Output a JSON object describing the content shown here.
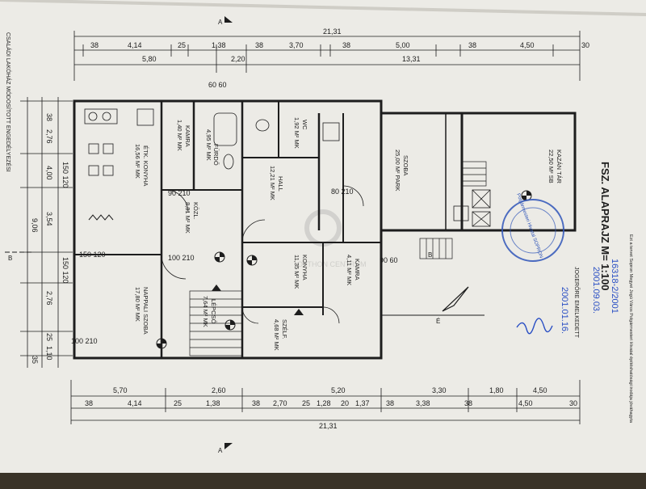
{
  "colors": {
    "paper": "#ecebe6",
    "ink": "#1d1d1d",
    "stamp": "#2f55b8",
    "pen": "#2a4fc4",
    "background": "#3a3328"
  },
  "title": {
    "main": "FSZ. ALAPRAJZ M= 1:100",
    "approval_note": "Ezt a tervet Sopron Megyei Jogú Város Polgármesteri Hivatal építéshatósági irodája jóváhagyta",
    "case_number": "16318-2/2001",
    "date_line": "2001.09.03.",
    "legal": "JOGERŐRE EMELKEDETT",
    "legal_date": "2001.01.16.",
    "stamp_text": "Polgármesteri Hivatal SOPRON"
  },
  "side_label": "CSALÁDI LAKÓHÁZ MÓDOSÍTOTT ENGEDÉLYEZÉSI",
  "watermark": "OTTHON CENTRUM",
  "section_marks": {
    "a": "A",
    "b": "B"
  },
  "top_dims": {
    "total": "21,31",
    "row1": [
      "38",
      "4,14",
      "25",
      "1,38",
      "38",
      "3,70",
      "38",
      "5,00",
      "38",
      "4,50",
      "30"
    ],
    "row2": [
      "5,80",
      "2,20",
      "13,31"
    ]
  },
  "bottom_dims": {
    "total": "21,31",
    "row1": [
      "5,70",
      "2,60",
      "5,20",
      "3,30",
      "1,80",
      "4,50"
    ],
    "row2": [
      "38",
      "4,14",
      "25",
      "1,38",
      "38",
      "2,70",
      "25",
      "1,28",
      "20",
      "1,37",
      "38",
      "3,38",
      "38",
      "4,50",
      "30"
    ]
  },
  "left_dims": [
    "38",
    "2,76",
    "150 120",
    "4,00",
    "3,54",
    "9,06",
    "150 120",
    "2,76",
    "25",
    "1,10",
    "35"
  ],
  "rooms": [
    {
      "name": "ÉTK. KONYHA",
      "area": "16,56 M² MK"
    },
    {
      "name": "KAMRA",
      "area": "1,40 M² MK"
    },
    {
      "name": "FÜRDŐ",
      "area": "4,95 M² MK"
    },
    {
      "name": "WC",
      "area": "1,92 M² MK"
    },
    {
      "name": "HALL",
      "area": "12,21 M² MK"
    },
    {
      "name": "SZOBA",
      "area": "25,00 M² PARK"
    },
    {
      "name": "KAZÁN TÁR",
      "area": "22,50 M² SB"
    },
    {
      "name": "NAPPALI SZOBA",
      "area": "17,80 M² MK"
    },
    {
      "name": "KONYHA",
      "area": "11,35 M² MK"
    },
    {
      "name": "KAMRA",
      "area": "4,11 M² MK"
    },
    {
      "name": "LÉPCSŐ",
      "area": "7,64 M² MK"
    },
    {
      "name": "SZÉLF.",
      "area": "4,68 M² MK"
    },
    {
      "name": "KÖZL.",
      "area": "8,81 M² MK"
    }
  ],
  "openings": [
    "90 210",
    "100 210",
    "90 60",
    "60 60",
    "80 210",
    "150 120",
    "100 210"
  ]
}
